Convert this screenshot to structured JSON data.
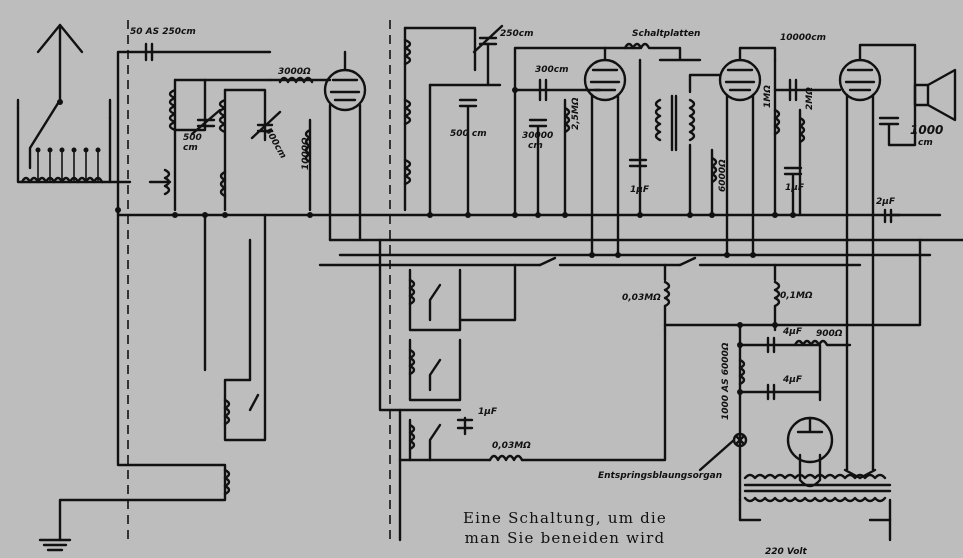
{
  "caption": {
    "line1": "Eine Schaltung, um die",
    "line2": "man Sie beneiden wird"
  },
  "labels": {
    "antenna_caps": "50 AS 250cm",
    "res_3000": "3000Ω",
    "cap_250": "250cm",
    "schaltplatten": "Schaltplatten",
    "cap_300": "300cm",
    "cap_10000": "10000cm",
    "cap_1000": "1000",
    "cap_1000_unit": "cm",
    "cap_500a": "500",
    "cap_500a_unit": "cm",
    "cap_500b": "500cm",
    "cap_500c": "500 cm",
    "res_1000": "1000Ω",
    "cap_30000": "30000",
    "cap_30000_unit": "cm",
    "res_2mohm_a": "2,5MΩ",
    "cap_1uf_a": "1μF",
    "res_6000": "6000Ω",
    "res_1mohm": "1MΩ",
    "res_2mohm_b": "2MΩ",
    "cap_1uf_b": "1μF",
    "cap_2uf": "2μF",
    "res_003a": "0,03MΩ",
    "res_01": "0,1MΩ",
    "cap_4uf_a": "4μF",
    "res_900": "900Ω",
    "res_1000_6000": "1000 AS 6000Ω",
    "cap_4uf_b": "4μF",
    "cap_1uf_c": "1μF",
    "res_003b": "0,03MΩ",
    "lamp": "Entspringsblaungsorgan",
    "mains": "220 Volt"
  }
}
